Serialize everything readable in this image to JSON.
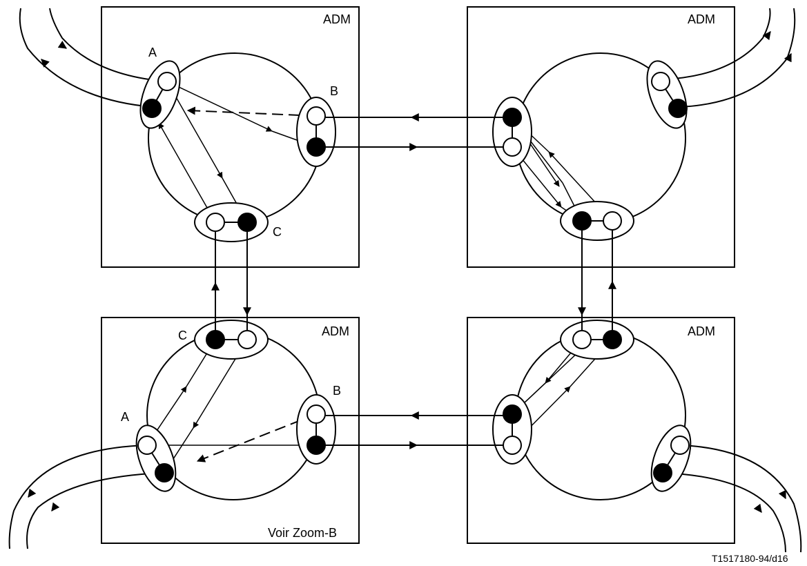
{
  "boxes": {
    "top_left": {
      "title": "ADM",
      "ports": {
        "a": "A",
        "b": "B",
        "c": "C"
      }
    },
    "top_right": {
      "title": "ADM"
    },
    "bottom_left": {
      "title": "ADM",
      "ports": {
        "a": "A",
        "b": "B",
        "c": "C"
      },
      "note": "Voir Zoom-B"
    },
    "bottom_right": {
      "title": "ADM"
    }
  },
  "reference": "T1517180-94/d16"
}
